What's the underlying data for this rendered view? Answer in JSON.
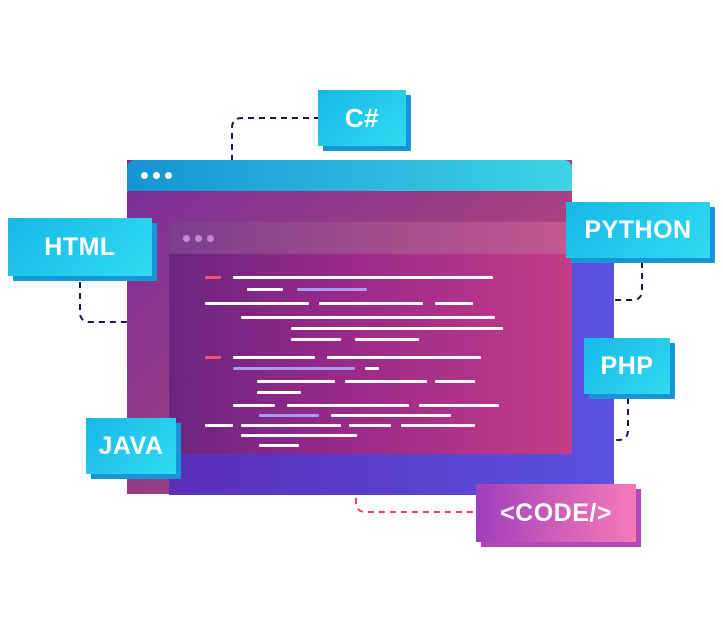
{
  "labels": {
    "csharp": "C#",
    "html": "HTML",
    "python": "PYTHON",
    "php": "PHP",
    "java": "JAVA",
    "code": "<CODE/>"
  },
  "colors": {
    "cyan": "#2fdcef",
    "blue": "#1795d6",
    "purple": "#7a2f9c",
    "magenta": "#c43c88",
    "connector_dark": "#1a1a4a",
    "connector_red": "#e8405a"
  }
}
